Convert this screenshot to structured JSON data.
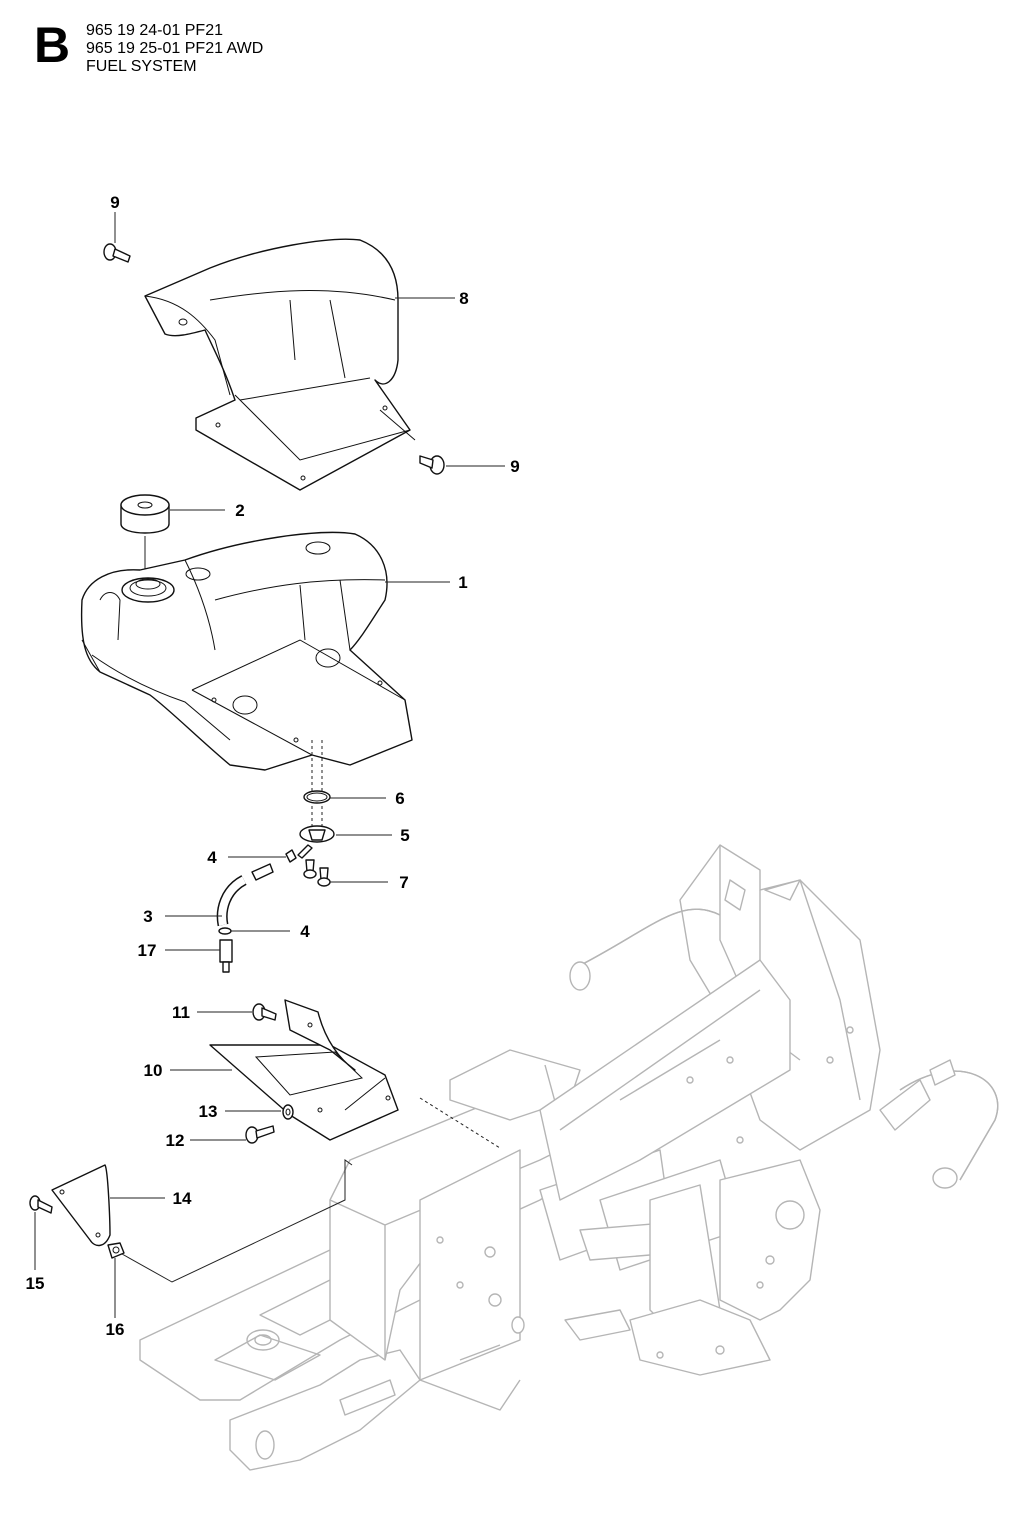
{
  "header": {
    "section_letter": "B",
    "lines": [
      "965 19 24-01 PF21",
      "965 19 25-01 PF21 AWD",
      "FUEL SYSTEM"
    ]
  },
  "callouts": {
    "c9a": "9",
    "c8": "8",
    "c9b": "9",
    "c2": "2",
    "c1": "1",
    "c6": "6",
    "c5": "5",
    "c4a": "4",
    "c7": "7",
    "c3": "3",
    "c4b": "4",
    "c17": "17",
    "c11": "11",
    "c10": "10",
    "c13": "13",
    "c12": "12",
    "c14": "14",
    "c15": "15",
    "c16": "16"
  }
}
